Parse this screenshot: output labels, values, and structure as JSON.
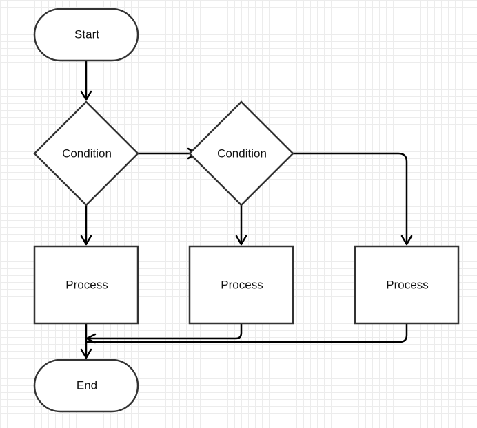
{
  "diagram": {
    "type": "flowchart",
    "nodes": {
      "start": {
        "label": "Start",
        "shape": "terminator"
      },
      "condition1": {
        "label": "Condition",
        "shape": "decision"
      },
      "condition2": {
        "label": "Condition",
        "shape": "decision"
      },
      "process1": {
        "label": "Process",
        "shape": "process"
      },
      "process2": {
        "label": "Process",
        "shape": "process"
      },
      "process3": {
        "label": "Process",
        "shape": "process"
      },
      "end": {
        "label": "End",
        "shape": "terminator"
      }
    },
    "edges": [
      {
        "from": "start",
        "to": "condition1"
      },
      {
        "from": "condition1",
        "to": "process1"
      },
      {
        "from": "condition1",
        "to": "condition2"
      },
      {
        "from": "condition2",
        "to": "process2"
      },
      {
        "from": "condition2",
        "to": "process3"
      },
      {
        "from": "process1",
        "to": "end"
      },
      {
        "from": "process2",
        "to": "end"
      },
      {
        "from": "process3",
        "to": "end"
      }
    ],
    "colors": {
      "stroke": "#333333",
      "edge": "#000000",
      "fill": "#ffffff",
      "grid": "#ececec"
    }
  }
}
